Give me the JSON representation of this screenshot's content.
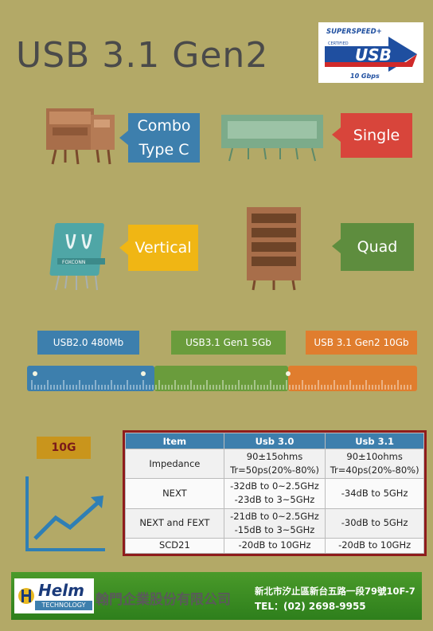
{
  "title": "USB 3.1 Gen2",
  "logo": {
    "top": "SUPERSPEED+",
    "middle": "CERTIFIED",
    "brand": "USB",
    "speed": "10 Gbps"
  },
  "connectors": {
    "combo": "Combo\nType C",
    "combo_l1": "Combo",
    "combo_l2": "Type C",
    "single": "Single",
    "vertical": "Vertical",
    "quad": "Quad",
    "vertical_brand": "FOXCONN"
  },
  "speed_tags": {
    "usb2": "USB2.0 480Mb",
    "gen1": "USB3.1 Gen1 5Gb",
    "gen2": "USB 3.1 Gen2 10Gb"
  },
  "colors": {
    "blue": "#3d7fad",
    "green": "#6a9c3c",
    "orange": "#e07d2e",
    "red_border": "#8e1c1c"
  },
  "badge": "10G",
  "spec_table": {
    "headers": [
      "Item",
      "Usb 3.0",
      "Usb 3.1"
    ],
    "rows": [
      {
        "item": "Impedance",
        "usb30_1": "90±15ohms",
        "usb30_2": "Tr=50ps(20%-80%)",
        "usb31_1": "90±10ohms",
        "usb31_2": "Tr=40ps(20%-80%)"
      },
      {
        "item": "NEXT",
        "usb30_1": "-32dB to 0~2.5GHz",
        "usb30_2": "-23dB to 3~5GHz",
        "usb31_1": "-34dB to 5GHz",
        "usb31_2": ""
      },
      {
        "item": "NEXT and FEXT",
        "usb30_1": "-21dB to 0~2.5GHz",
        "usb30_2": "-15dB to 3~5GHz",
        "usb31_1": "-30dB to 5GHz",
        "usb31_2": ""
      },
      {
        "item": "SCD21",
        "usb30_1": "-20dB to 10GHz",
        "usb30_2": "",
        "usb31_1": "-20dB to 10GHz",
        "usb31_2": ""
      }
    ]
  },
  "footer": {
    "brand": "Helm",
    "brand_sub": "TECHNOLOGY",
    "company": "翰門企業股份有限公司",
    "address": "新北市汐止區新台五路一段79號10F-7",
    "tel": "TEL：(02) 2698-9955"
  }
}
